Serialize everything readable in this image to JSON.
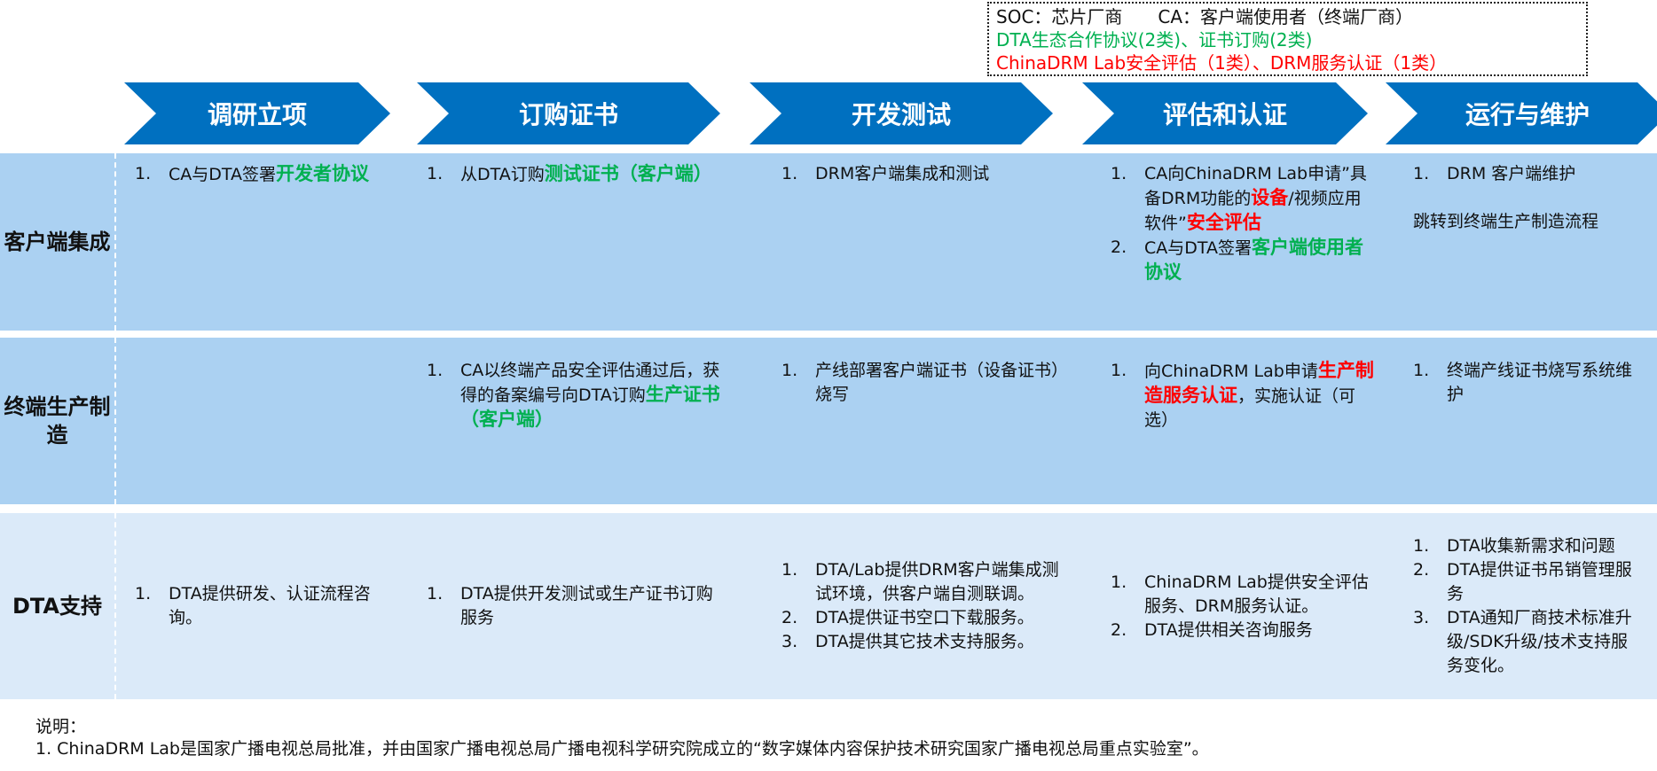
{
  "legend": {
    "soc": "SOC：芯片厂商",
    "ca": "CA：客户端使用者（终端厂商）",
    "green_line": "DTA生态合作协议(2类)、证书订购(2类)",
    "red_line": "ChinaDRM Lab安全评估（1类）、DRM服务认证（1类）",
    "colors": {
      "green": "#00b050",
      "red": "#ff0000",
      "chevron": "#0070c0"
    }
  },
  "phases": [
    "调研立项",
    "订购证书",
    "开发测试",
    "评估和认证",
    "运行与维护"
  ],
  "rows": [
    {
      "label": "客户端集成",
      "cells": [
        [
          {
            "n": "1.",
            "segs": [
              {
                "t": "CA与DTA签署",
                "s": ""
              },
              {
                "t": "开发者协议",
                "s": "g"
              }
            ]
          }
        ],
        [
          {
            "n": "1.",
            "segs": [
              {
                "t": "从DTA订购",
                "s": ""
              },
              {
                "t": "测试证书（客户端）",
                "s": "g"
              }
            ]
          }
        ],
        [
          {
            "n": "1.",
            "segs": [
              {
                "t": "DRM客户端集成和测试",
                "s": ""
              }
            ]
          }
        ],
        [
          {
            "n": "1.",
            "segs": [
              {
                "t": "CA向ChinaDRM Lab申请”具备DRM功能的",
                "s": ""
              },
              {
                "t": "设备",
                "s": "rd"
              },
              {
                "t": "/视频应用软件”",
                "s": ""
              },
              {
                "t": "安全评估",
                "s": "rd"
              }
            ]
          },
          {
            "n": "2.",
            "segs": [
              {
                "t": "CA与DTA签署",
                "s": ""
              },
              {
                "t": "客户端使用者协议",
                "s": "g"
              }
            ]
          }
        ],
        [
          {
            "n": "1.",
            "segs": [
              {
                "t": "DRM 客户端维护",
                "s": ""
              }
            ]
          },
          {
            "n": "",
            "segs": [
              {
                "t": "跳转到终端生产制造流程",
                "s": ""
              }
            ]
          }
        ]
      ]
    },
    {
      "label": "终端生产制造",
      "cells": [
        [],
        [
          {
            "n": "1.",
            "segs": [
              {
                "t": "CA以终端产品安全评估通过后，获得的备案编号向DTA订购",
                "s": ""
              },
              {
                "t": "生产证书（客户端）",
                "s": "g"
              }
            ]
          }
        ],
        [
          {
            "n": "1.",
            "segs": [
              {
                "t": "产线部署客户端证书（设备证书）烧写",
                "s": ""
              }
            ]
          }
        ],
        [
          {
            "n": "1.",
            "segs": [
              {
                "t": "向ChinaDRM Lab申请",
                "s": ""
              },
              {
                "t": "生产制造服务认证",
                "s": "rd"
              },
              {
                "t": "，实施认证（可选）",
                "s": ""
              }
            ]
          }
        ],
        [
          {
            "n": "1.",
            "segs": [
              {
                "t": "终端产线证书烧写系统维护",
                "s": ""
              }
            ]
          }
        ]
      ]
    },
    {
      "label": "DTA支持",
      "cells": [
        [
          {
            "n": "1.",
            "segs": [
              {
                "t": "DTA提供研发、认证流程咨询。",
                "s": ""
              }
            ]
          }
        ],
        [
          {
            "n": "1.",
            "segs": [
              {
                "t": "DTA提供开发测试或生产证书订购服务",
                "s": ""
              }
            ]
          }
        ],
        [
          {
            "n": "1.",
            "segs": [
              {
                "t": "DTA/Lab提供DRM客户端集成测试环境，供客户端自测联调。",
                "s": ""
              }
            ]
          },
          {
            "n": "2.",
            "segs": [
              {
                "t": "DTA提供证书空口下载服务。",
                "s": ""
              }
            ]
          },
          {
            "n": "3.",
            "segs": [
              {
                "t": "DTA提供其它技术支持服务。",
                "s": ""
              }
            ]
          }
        ],
        [
          {
            "n": "1.",
            "segs": [
              {
                "t": "ChinaDRM Lab提供安全评估服务、DRM服务认证。",
                "s": ""
              }
            ]
          },
          {
            "n": "2.",
            "segs": [
              {
                "t": "DTA提供相关咨询服务",
                "s": ""
              }
            ]
          }
        ],
        [
          {
            "n": "1.",
            "segs": [
              {
                "t": "DTA收集新需求和问题",
                "s": ""
              }
            ]
          },
          {
            "n": "2.",
            "segs": [
              {
                "t": "DTA提供证书吊销管理服务",
                "s": ""
              }
            ]
          },
          {
            "n": "3.",
            "segs": [
              {
                "t": "DTA通知厂商技术标准升级/SDK升级/技术支持服务变化。",
                "s": ""
              }
            ]
          }
        ]
      ]
    }
  ],
  "notes": {
    "title": "说明：",
    "line1": "1. ChinaDRM Lab是国家广播电视总局批准，并由国家广播电视总局广播电视科学研究院成立的“数字媒体内容保护技术研究国家广播电视总局重点实验室”。"
  }
}
